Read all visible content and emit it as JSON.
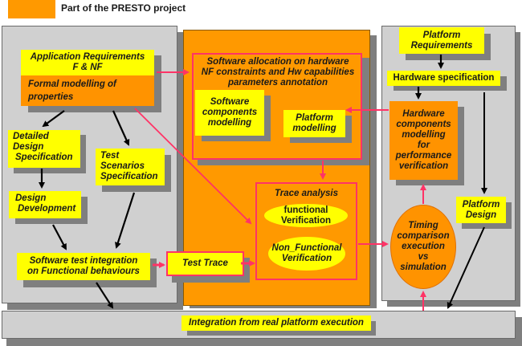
{
  "legend": {
    "label": "Part of the PRESTO project",
    "color": "#ff9900"
  },
  "colors": {
    "panel_gray": "#d0d0d0",
    "presto_orange": "#ff9900",
    "box_yellow": "#ffff00",
    "arrow_pink": "#ff3366",
    "arrow_black": "#000000"
  },
  "left_panel": {
    "app_requirements": {
      "line1": "Application Requirements",
      "line2": "F & NF"
    },
    "formal_modelling": {
      "line1": "Formal modelling of",
      "line2": "properties"
    },
    "detailed_design": {
      "line1": "Detailed",
      "line2": "Design",
      "line3": "Specification"
    },
    "test_scenarios": {
      "line1": "Test",
      "line2": "Scenarios",
      "line3": "Specification"
    },
    "design_development": {
      "line1": "Design",
      "line2": "Development"
    },
    "sw_test_integration": {
      "line1": "Software test integration",
      "line2": "on Functional behaviours"
    }
  },
  "test_trace": {
    "label": "Test Trace"
  },
  "center_panel": {
    "sw_allocation": {
      "line1": "Software allocation on hardware",
      "line2": "NF constraints and Hw capabilities",
      "line3": "parameters annotation"
    },
    "sw_components": {
      "line1": "Software",
      "line2": "components",
      "line3": "modelling"
    },
    "platform_modelling": {
      "line1": "Platform",
      "line2": "modelling"
    },
    "trace_analysis": {
      "title": "Trace analysis"
    },
    "functional_verification": {
      "line1": "functional",
      "line2": "Verification"
    },
    "non_functional_verification": {
      "line1": "Non_Functional",
      "line2": "Verification"
    }
  },
  "right_panel": {
    "platform_requirements": {
      "line1": "Platform",
      "line2": "Requirements"
    },
    "hardware_specification": {
      "label": "Hardware specification"
    },
    "hw_components": {
      "line1": "Hardware",
      "line2": "components",
      "line3": "modelling",
      "line4": "for",
      "line5": "performance",
      "line6": "verification"
    },
    "platform_design": {
      "line1": "Platform",
      "line2": "Design"
    },
    "timing_comparison": {
      "line1": "Timing",
      "line2": "comparison",
      "line3": "execution",
      "line4": "vs",
      "line5": "simulation"
    }
  },
  "bottom_bar": {
    "integration": {
      "label": "Integration from real platform execution"
    }
  }
}
